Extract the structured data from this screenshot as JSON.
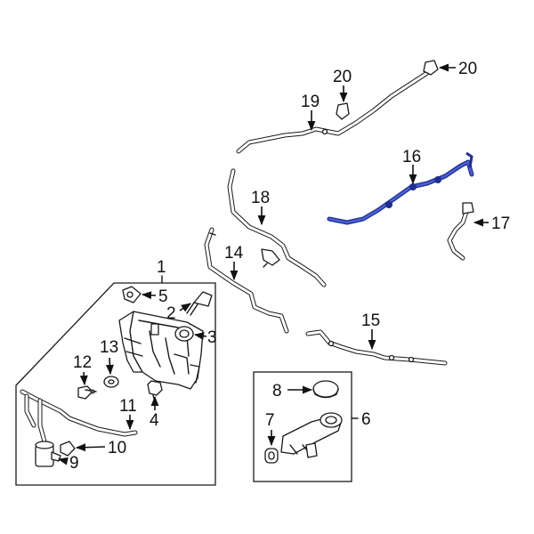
{
  "callouts": {
    "c1": "1",
    "c2": "2",
    "c3": "3",
    "c4": "4",
    "c5": "5",
    "c6": "6",
    "c7": "7",
    "c8": "8",
    "c9": "9",
    "c10": "10",
    "c11": "11",
    "c12": "12",
    "c13": "13",
    "c14": "14",
    "c15": "15",
    "c16": "16",
    "c17": "17",
    "c18": "18",
    "c19": "19",
    "c20a": "20",
    "c20b": "20"
  },
  "colors": {
    "highlight_part": "#1f2f8f",
    "line": "#1a1a1a",
    "background": "#ffffff"
  }
}
